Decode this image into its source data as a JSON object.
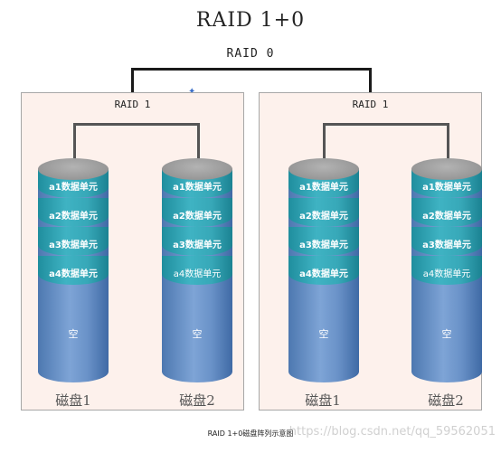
{
  "title": "RAID 1+0",
  "raid0_label": "RAID 0",
  "groups": [
    {
      "label": "RAID 1",
      "disks": [
        {
          "units": [
            "a1数据单元",
            "a2数据单元",
            "a3数据单元",
            "a4数据单元"
          ],
          "empty": "空",
          "name": "磁盘1"
        },
        {
          "units": [
            "a1数据单元",
            "a2数据单元",
            "a3数据单元",
            "a4数据单元"
          ],
          "empty": "空",
          "name": "磁盘2"
        }
      ]
    },
    {
      "label": "RAID 1",
      "disks": [
        {
          "units": [
            "a1数据单元",
            "a2数据单元",
            "a3数据单元",
            "a4数据单元"
          ],
          "empty": "空",
          "name": "磁盘1"
        },
        {
          "units": [
            "a1数据单元",
            "a2数据单元",
            "a3数据单元",
            "a4数据单元"
          ],
          "empty": "空",
          "name": "磁盘2"
        }
      ]
    }
  ],
  "caption": "RAID 1+0磁盘阵列示意图",
  "watermark": "https://blog.csdn.net/qq_59562051",
  "colors": {
    "disk_body": "#6a92c8",
    "data_unit": "#37a8b8",
    "group_bg": "#fdf1ec",
    "disk_top": "#9e9e9e"
  }
}
